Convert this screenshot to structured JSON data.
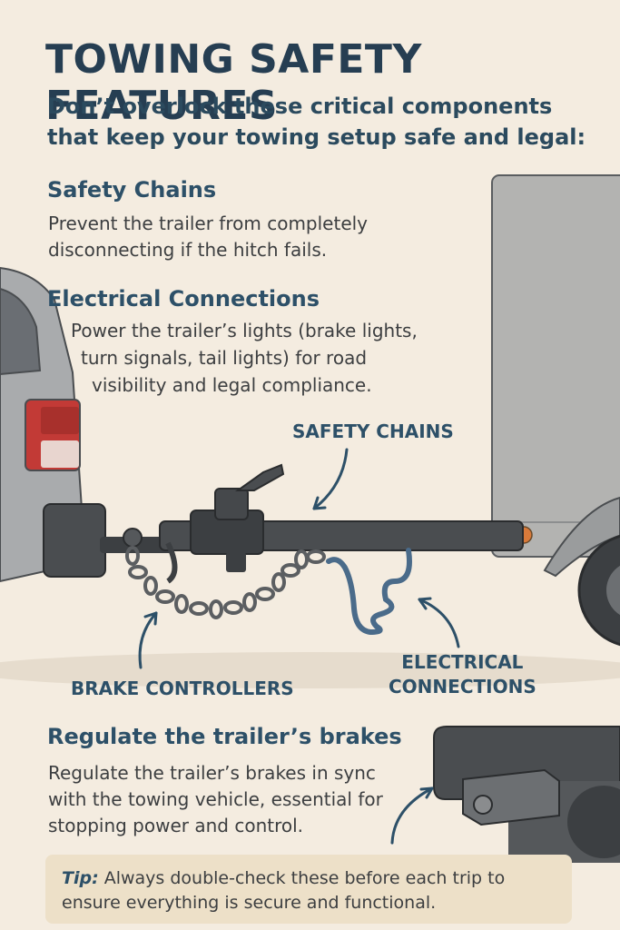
{
  "title": "TOWING SAFETY FEATURES",
  "intro": "Don’t overlock these critical components that keep your towing setup safe and legal:",
  "sections": {
    "safety_chains": {
      "heading": "Safety Chains",
      "body": "Prevent the trailer from completely disconnecting if the hitch fails."
    },
    "electrical": {
      "heading": "Electrical Connections",
      "lines": [
        "Power the trailer’s lights (brake lights,",
        "turn signals, tail lights) for road",
        "visibility and legal compliance."
      ]
    },
    "brakes": {
      "heading": "Regulate the trailer’s brakes",
      "body": "Regulate the trailer’s brakes in sync with the towing vehicle, essential for stopping power and control."
    }
  },
  "callouts": {
    "safety_chains": "SAFETY CHAINS",
    "brake_controllers": "BRAKE CONTROLLERS",
    "electrical_line1": "ELECTRICAL",
    "electrical_line2": "CONNECTIONS"
  },
  "tip": {
    "label": "Tip:",
    "text": "Always double-check these before each trip to ensure everything is secure and functional."
  },
  "colors": {
    "background": "#f4ece0",
    "heading": "#263e52",
    "accent": "#2d5068",
    "tip_background": "#ede0c8"
  }
}
